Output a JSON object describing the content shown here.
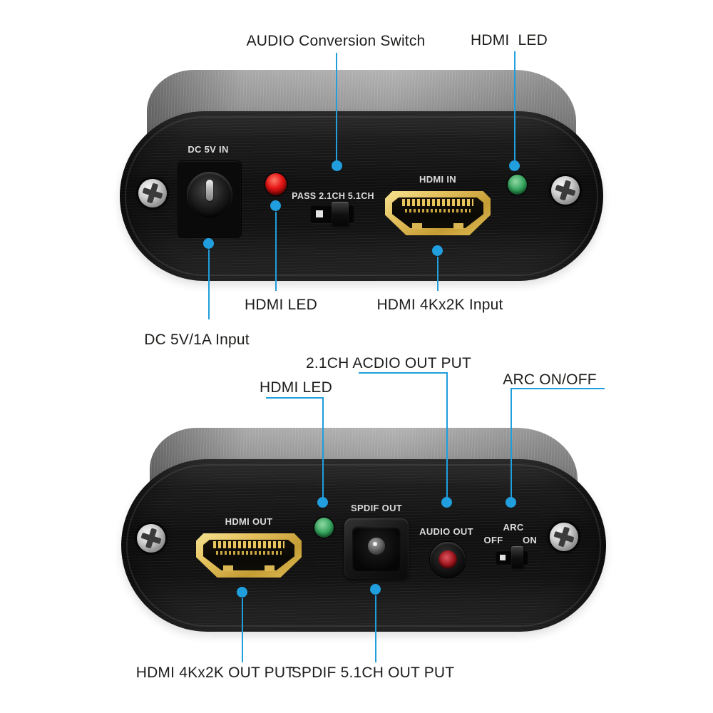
{
  "colors": {
    "accent": "#209edd",
    "label_ink": "#1d1d1b",
    "panel_text": "#dcdcdc",
    "body_dark": "#101010",
    "lid_gray": "#8f8f8f",
    "hdmi_gold": "#e5c25e",
    "led_red": "#e51515",
    "led_green": "#31a15a"
  },
  "top_unit": {
    "callouts": {
      "audio_switch": "AUDIO Conversion Switch",
      "hdmi_led_top": "HDMI  LED",
      "dc_input": "DC 5V/1A Input",
      "hdmi_led_bottom": "HDMI LED",
      "hdmi_input": "HDMI 4Kx2K Input"
    },
    "panel": {
      "dc_label": "DC 5V IN",
      "pass_switch_label": "PASS 2.1CH 5.1CH",
      "hdmi_label": "HDMI IN"
    }
  },
  "bottom_unit": {
    "callouts": {
      "audio_out": "2.1CH ACDIO OUT PUT",
      "hdmi_led": "HDMI LED",
      "arc": "ARC ON/OFF",
      "hdmi_out": "HDMI 4Kx2K OUT PUT",
      "spdif_out": "SPDIF 5.1CH OUT PUT"
    },
    "panel": {
      "hdmi_label": "HDMI OUT",
      "spdif_label": "SPDIF OUT",
      "audio_label": "AUDIO OUT",
      "arc_label": "ARC",
      "off_label": "OFF",
      "on_label": "ON"
    }
  }
}
